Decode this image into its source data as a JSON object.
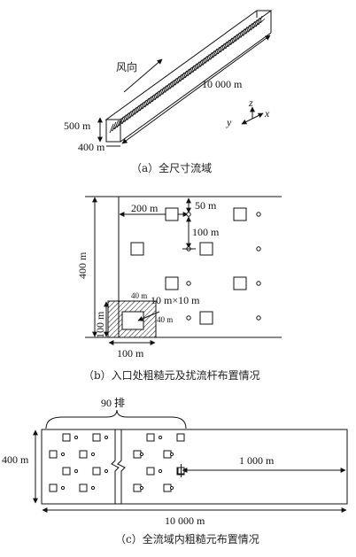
{
  "panel_a": {
    "wind_label": "风向",
    "length_label": "10 000 m",
    "height_label": "500 m",
    "width_label": "400 m",
    "axis_z": "z",
    "axis_x": "x",
    "axis_y": "y",
    "caption": "（a）全尺寸流域"
  },
  "panel_b": {
    "dim_200": "200 m",
    "dim_50": "50 m",
    "dim_100_v": "100 m",
    "dim_400": "400 m",
    "dim_40_top": "40 m",
    "dim_40_side": "40 m",
    "dim_10x10": "10 m×10 m",
    "dim_100_left": "100 m",
    "dim_100_bottom": "100 m",
    "caption": "（b）入口处粗糙元及扰流杆布置情况"
  },
  "panel_c": {
    "rows_label": "90 排",
    "width_label": "400 m",
    "gap_label": "1 000 m",
    "length_label": "10 000 m",
    "caption": "（c）全流域内粗糙元布置情况"
  }
}
